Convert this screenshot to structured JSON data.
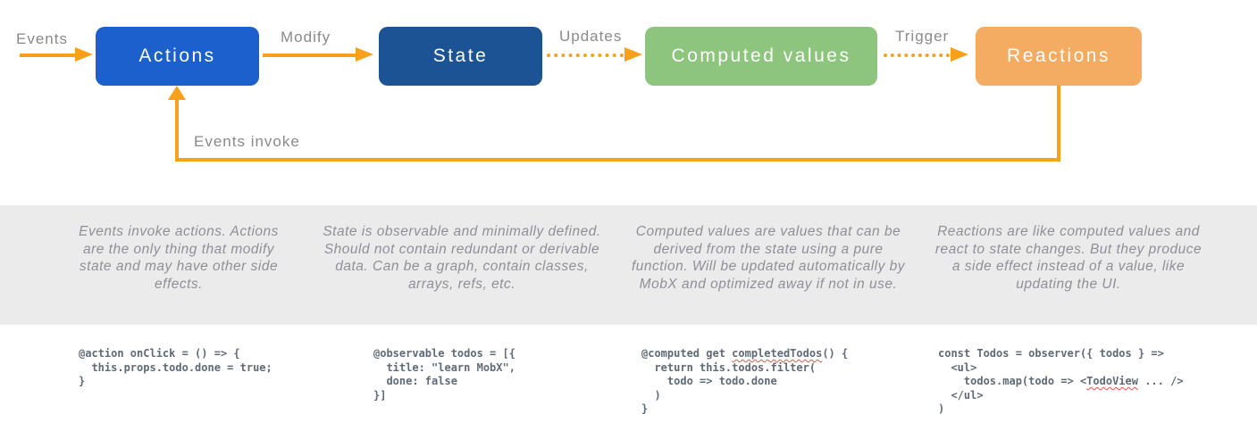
{
  "diagram": {
    "nodes": [
      {
        "id": "actions",
        "label": "Actions",
        "color": "#1b60cd"
      },
      {
        "id": "state",
        "label": "State",
        "color": "#1b5394"
      },
      {
        "id": "computed",
        "label": "Computed values",
        "color": "#8dc57e"
      },
      {
        "id": "reactions",
        "label": "Reactions",
        "color": "#f4ab62"
      }
    ],
    "edge_labels": {
      "events": "Events",
      "modify": "Modify",
      "updates": "Updates",
      "trigger": "Trigger",
      "events_invoke": "Events invoke"
    }
  },
  "descriptions": [
    "Events invoke actions. Actions are the only thing that modify state and may have other side effects.",
    "State is observable and minimally defined. Should not contain redundant or derivable data. Can be a graph, contain classes, arrays, refs, etc.",
    "Computed values are values that can be derived from the state using a pure function. Will be updated automatically by MobX and optimized away if not in use.",
    "Reactions are like computed values and react to state changes. But they produce a side effect instead of a value, like updating the UI."
  ],
  "code_blocks": [
    {
      "lines": [
        "@action onClick = () => {",
        "  this.props.todo.done = true;",
        "}"
      ]
    },
    {
      "lines": [
        "@observable todos = [{",
        "  title: \"learn MobX\",",
        "  done: false",
        "}]"
      ]
    },
    {
      "lines": [
        "@computed get completedTodos() {",
        "  return this.todos.filter(",
        "    todo => todo.done",
        "  )",
        "}"
      ]
    },
    {
      "lines": [
        "const Todos = observer({ todos } =>",
        "  <ul>",
        "    todos.map(todo => <TodoView ... />",
        "  </ul>",
        ")"
      ]
    }
  ],
  "code_squiggle_words": [
    "completedTodos",
    "TodoView"
  ],
  "colors": {
    "arrow": "#f9a01b",
    "actions": "#1b60cd",
    "state": "#1b5394",
    "computed": "#8dc57e",
    "reactions": "#f4ab62",
    "band": "#ebebeb",
    "desc_text": "#8f8f98",
    "code_text": "#5e6a76",
    "label_text": "#8a8a8a",
    "squiggle": "#e2574c"
  }
}
